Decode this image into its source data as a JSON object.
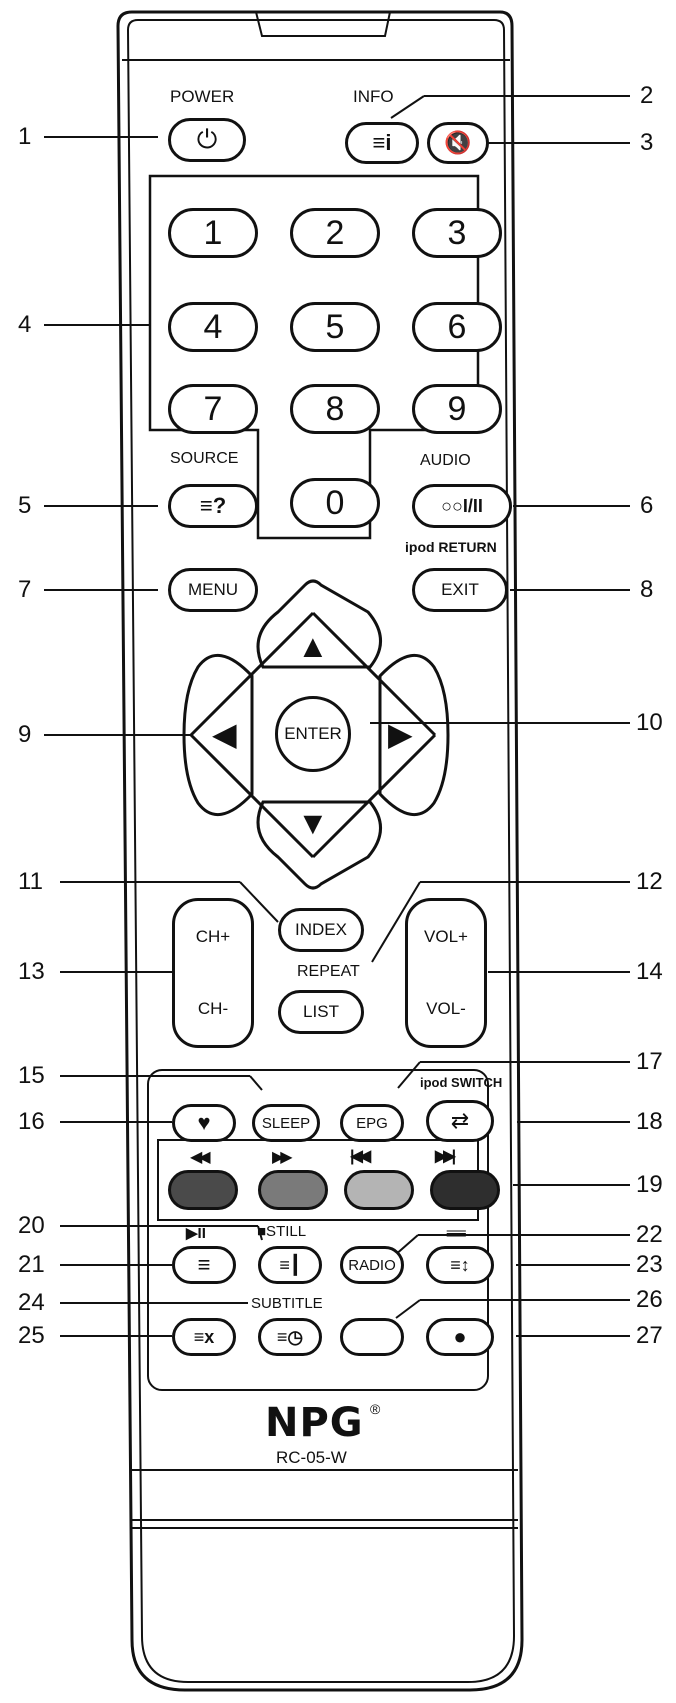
{
  "callouts": [
    "1",
    "2",
    "3",
    "4",
    "5",
    "6",
    "7",
    "8",
    "9",
    "10",
    "11",
    "12",
    "13",
    "14",
    "15",
    "16",
    "17",
    "18",
    "19",
    "20",
    "21",
    "22",
    "23",
    "24",
    "25",
    "26",
    "27"
  ],
  "labels": {
    "power": "POWER",
    "info": "INFO",
    "source": "SOURCE",
    "audio": "AUDIO",
    "ipod_return": "ipod RETURN",
    "repeat": "REPEAT",
    "ipod_switch": "ipod SWITCH",
    "still": "■STILL",
    "subtitle": "SUBTITLE"
  },
  "digits": [
    "1",
    "2",
    "3",
    "4",
    "5",
    "6",
    "7",
    "8",
    "9",
    "0"
  ],
  "buttons": {
    "menu": "MENU",
    "exit": "EXIT",
    "enter": "ENTER",
    "index": "INDEX",
    "list": "LIST",
    "ch_up": "CH+",
    "ch_down": "CH-",
    "vol_up": "VOL+",
    "vol_down": "VOL-",
    "sleep": "SLEEP",
    "epg": "EPG",
    "radio": "RADIO"
  },
  "glyphs": {
    "power": "⏻",
    "info": "≡i",
    "mute": "🔇",
    "source": "≡?",
    "audio": "○○I/II",
    "up": "▲",
    "down": "▼",
    "left": "◀",
    "right": "▶",
    "fav": "♥",
    "repeat": "⇄",
    "rewind": "◀◀",
    "forward": "▶▶",
    "prev": "|◀◀",
    "next": "▶▶|",
    "play_pause": "▶II",
    "sub_page": "≡≡≡",
    "dot": "●",
    "teletext": "≡",
    "tt_hold": "≡┃",
    "tt_size": "≡↕",
    "tt_cancel": "≡x",
    "tt_clock": "≡◷"
  },
  "colors": {
    "outline": "#111111",
    "red_key": "#4a4a4a",
    "green_key": "#7a7a7a",
    "yellow_key": "#b4b4b4",
    "blue_key": "#2e2e2e"
  },
  "brand": {
    "logo": "NPG",
    "registered": "®",
    "model": "RC-05-W"
  }
}
